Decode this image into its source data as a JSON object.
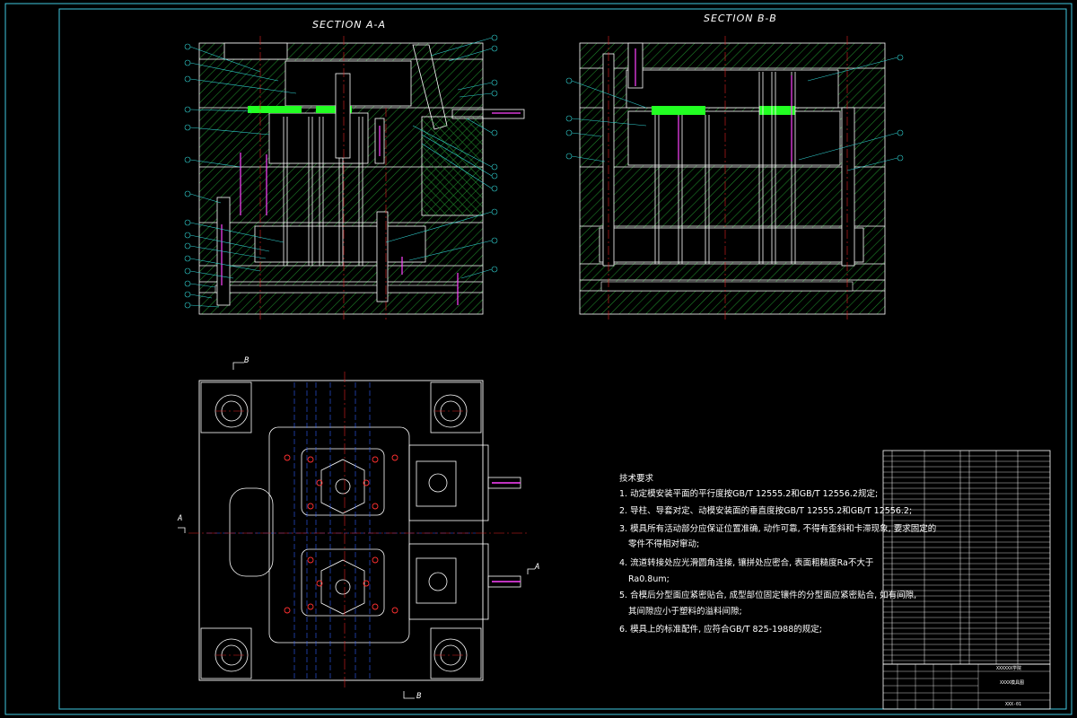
{
  "drawing": {
    "section_a_title": "SECTION A-A",
    "section_b_title": "SECTION B-B",
    "cut_markers": {
      "b_top": "B",
      "b_bottom": "B",
      "a_left": "A",
      "a_right": "A"
    }
  },
  "tech_requirements": {
    "heading": "技术要求",
    "items": [
      "1. 动定模安装平面的平行度按GB/T 12555.2和GB/T 12556.2规定;",
      "2. 导柱、导套对定、动模安装面的垂直度按GB/T 12555.2和GB/T 12556.2;",
      "3. 模具所有活动部分应保证位置准确, 动作可靠, 不得有歪斜和卡滞现象, 要求固定的",
      "零件不得相对窜动;",
      "4. 流道转接处应光滑圆角连接, 镶拼处应密合, 表面粗糙度Ra不大于",
      "Ra0.8um;",
      "5. 合模后分型面应紧密贴合, 成型部位固定镶件的分型面应紧密贴合, 如有间隙,",
      "其间隙应小于塑料的溢料间隙;",
      "6. 模具上的标准配件, 应符合GB/T 825-1988的规定;"
    ]
  },
  "title_block": {
    "company": "XXXXXX学院",
    "drawing_name": "XXXX模具图",
    "drawing_no": "XXX-01"
  },
  "colors": {
    "background": "#000000",
    "outline": "#ffffff",
    "border": "#3fc8e0",
    "hatch": "#1f8a2a",
    "centerline": "#e02020",
    "leader": "#30d0d0",
    "highlight": "#22ff22",
    "spring": "#ff44ff",
    "hidden": "#3060ff",
    "holes": "#ff3030"
  }
}
